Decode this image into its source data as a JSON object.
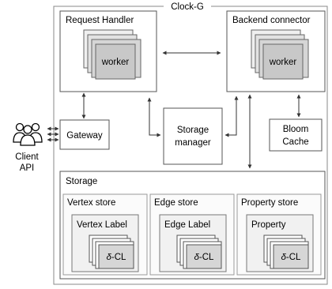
{
  "diagram": {
    "title": "Clock-G",
    "client": {
      "line1": "Client",
      "line2": "API",
      "icon": "users-icon"
    },
    "gateway": "Gateway",
    "request_handler": "Request Handler",
    "backend_connector": "Backend connector",
    "worker_label": "worker",
    "storage_manager": {
      "line1": "Storage",
      "line2": "manager"
    },
    "bloom_cache": {
      "line1": "Bloom",
      "line2": "Cache"
    },
    "storage": "Storage",
    "stores": [
      {
        "name": "Vertex store",
        "inner": "Vertex Label",
        "leaf_prefix": "δ",
        "leaf_suffix": "-CL"
      },
      {
        "name": "Edge store",
        "inner": "Edge Label",
        "leaf_prefix": "δ",
        "leaf_suffix": "-CL"
      },
      {
        "name": "Property store",
        "inner": "Property",
        "leaf_prefix": "δ",
        "leaf_suffix": "-CL"
      }
    ],
    "colors": {
      "line": "#333333",
      "border": "#888888",
      "worker_fill": "#c8c8c8",
      "card_fill": "#ececec",
      "leaf_fill": "#d6d6d6"
    }
  }
}
